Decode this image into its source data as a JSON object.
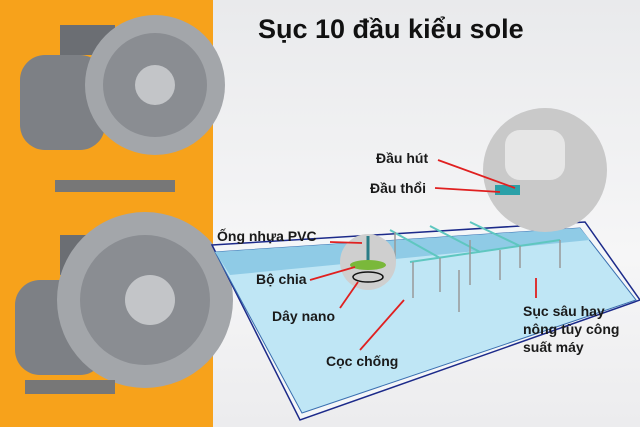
{
  "title": "Sục 10 đầu kiểu sole",
  "labels": {
    "suction": "Đầu hút",
    "blow": "Đầu thổi",
    "pvc": "Ống nhựa PVC",
    "splitter": "Bộ chia",
    "nano": "Dây nano",
    "stake": "Cọc chống",
    "depth": "Sục sâu hay nông tùy công suất máy"
  },
  "colors": {
    "orange": "#f7a21b",
    "arrow": "#e02020",
    "water": "#bfe6f5"
  }
}
